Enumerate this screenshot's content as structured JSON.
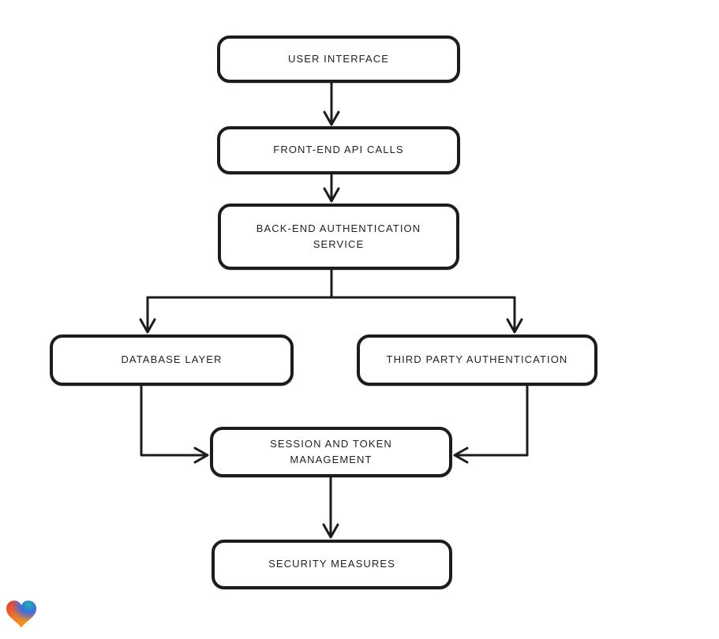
{
  "page": {
    "background_color": "#ffffff"
  },
  "diagram": {
    "style": "hand-drawn-flowchart",
    "stroke_color": "#1c1c1c",
    "box_fill": "#ffffff",
    "nodes": [
      {
        "id": "user-interface",
        "label": "USER INTERFACE"
      },
      {
        "id": "front-end-api-calls",
        "label": "FRONT-END API CALLS"
      },
      {
        "id": "back-end-authentication-service",
        "label": "BACK-END AUTHENTICATION SERVICE"
      },
      {
        "id": "database-layer",
        "label": "DATABASE LAYER"
      },
      {
        "id": "third-party-authentication",
        "label": "THIRD PARTY AUTHENTICATION"
      },
      {
        "id": "session-and-token-management",
        "label": "SESSION AND TOKEN MANAGEMENT"
      },
      {
        "id": "security-measures",
        "label": "SECURITY MEASURES"
      }
    ],
    "edges": [
      {
        "from": "user-interface",
        "to": "front-end-api-calls"
      },
      {
        "from": "front-end-api-calls",
        "to": "back-end-authentication-service"
      },
      {
        "from": "back-end-authentication-service",
        "to": "database-layer"
      },
      {
        "from": "back-end-authentication-service",
        "to": "third-party-authentication"
      },
      {
        "from": "database-layer",
        "to": "session-and-token-management"
      },
      {
        "from": "third-party-authentication",
        "to": "session-and-token-management"
      },
      {
        "from": "session-and-token-management",
        "to": "security-measures"
      }
    ]
  },
  "branding": {
    "logo_icon": "heart-gradient-logo",
    "logo_colors": {
      "red": "#e8362d",
      "orange": "#f6a21f",
      "teal": "#1ab3b0",
      "blue": "#3d6be4"
    }
  }
}
